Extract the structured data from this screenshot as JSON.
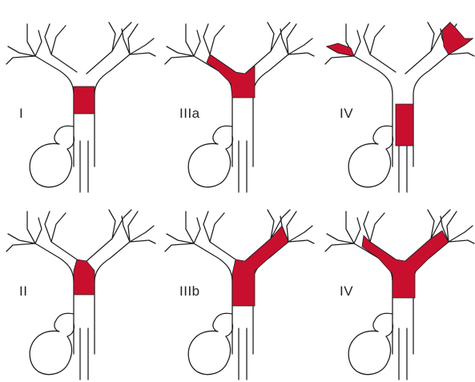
{
  "colors": {
    "stricture": "#c8102e",
    "outline": "#231f20",
    "background": "#ffffff"
  },
  "panels": [
    {
      "label": "I",
      "extent": "common-hepatic-duct"
    },
    {
      "label": "IIIa",
      "extent": "confluence-and-right-hepatic-duct"
    },
    {
      "label": "IV",
      "extent": "separate-segments"
    },
    {
      "label": "II",
      "extent": "confluence"
    },
    {
      "label": "IIIb",
      "extent": "confluence-and-left-hepatic-duct"
    },
    {
      "label": "IV",
      "extent": "confluence-and-both-hepatic-ducts"
    }
  ]
}
